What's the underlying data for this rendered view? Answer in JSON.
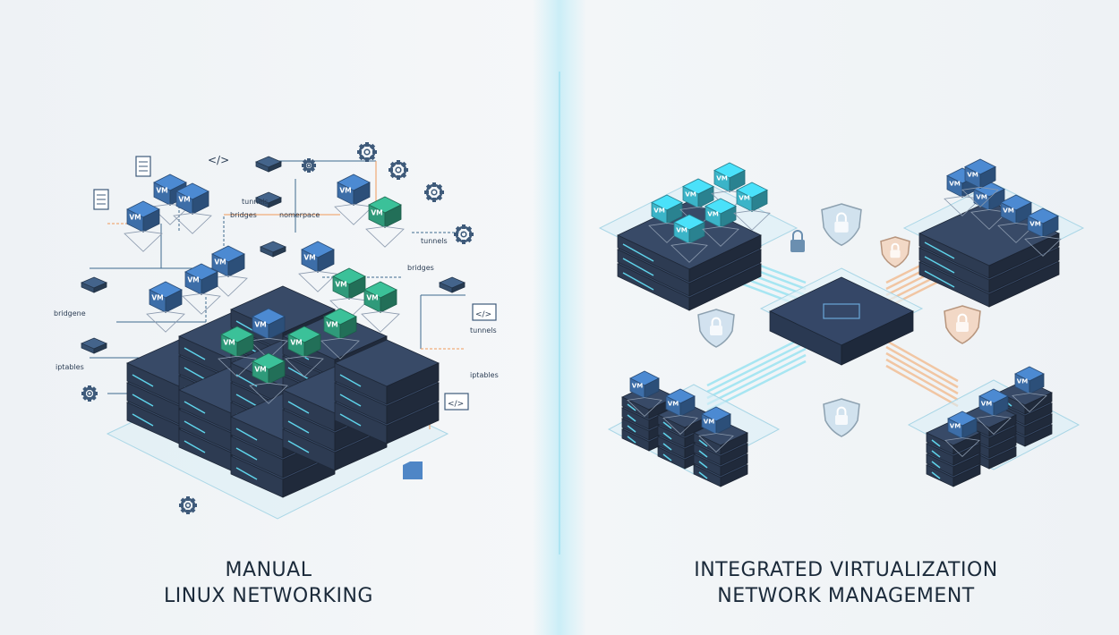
{
  "left_panel": {
    "caption_line1": "MANUAL",
    "caption_line2": "LINUX NETWORKING",
    "vm_label": "VM",
    "labels": {
      "bridges": "bridges",
      "namespace": "nomerpace",
      "tunnels": "tunnels",
      "iptables": "iptables",
      "bridges2": "bridges",
      "brigene": "bridgene",
      "iptables2": "iptables",
      "tunnels2": "tunnels",
      "tunnels3": "tunnels",
      "code": "</>"
    }
  },
  "right_panel": {
    "caption_line1": "INTEGRATED VIRTUALIZATION",
    "caption_line2": "NETWORK MANAGEMENT",
    "vm_label": "VM"
  },
  "colors": {
    "server_dark": "#2d3b52",
    "vm_blue": "#3d6ea8",
    "vm_green": "#2f9a7a",
    "vm_teal": "#3bb4c8",
    "flow_cyan": "#6ad8ee",
    "flow_orange": "#f2a05e",
    "shield": "#bcd6ea"
  }
}
